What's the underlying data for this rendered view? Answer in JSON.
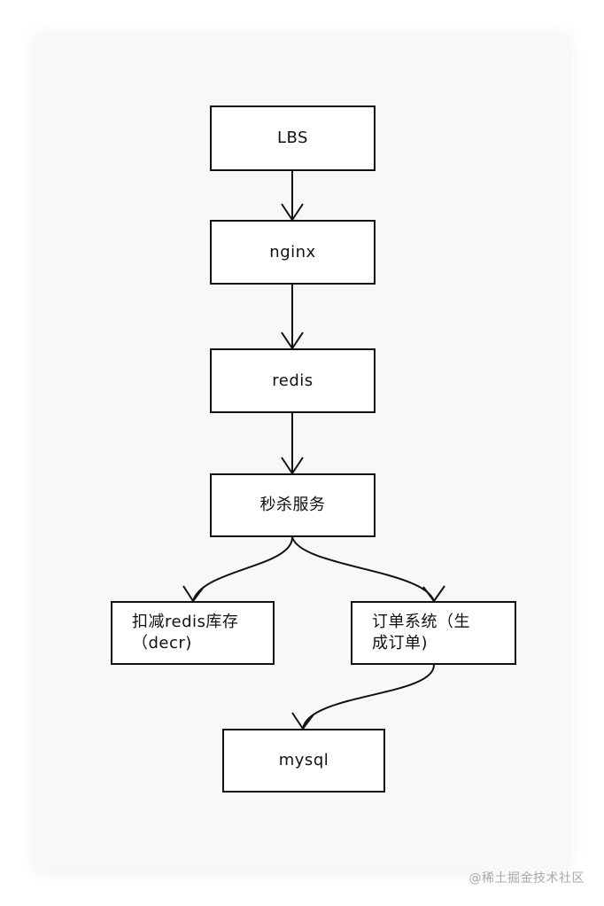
{
  "diagram": {
    "nodes": [
      {
        "id": "lbs",
        "label": "LBS"
      },
      {
        "id": "nginx",
        "label": "nginx"
      },
      {
        "id": "redis",
        "label": "redis"
      },
      {
        "id": "seckill",
        "label": "秒杀服务"
      },
      {
        "id": "deduct",
        "label": "扣减redis库存\n（decr)"
      },
      {
        "id": "order",
        "label": "订单系统（生\n成订单)"
      },
      {
        "id": "mysql",
        "label": "mysql"
      }
    ],
    "edges": [
      {
        "from": "lbs",
        "to": "nginx"
      },
      {
        "from": "nginx",
        "to": "redis"
      },
      {
        "from": "redis",
        "to": "seckill"
      },
      {
        "from": "seckill",
        "to": "deduct"
      },
      {
        "from": "seckill",
        "to": "order"
      },
      {
        "from": "order",
        "to": "mysql"
      }
    ]
  },
  "watermark": "@稀土掘金技术社区"
}
